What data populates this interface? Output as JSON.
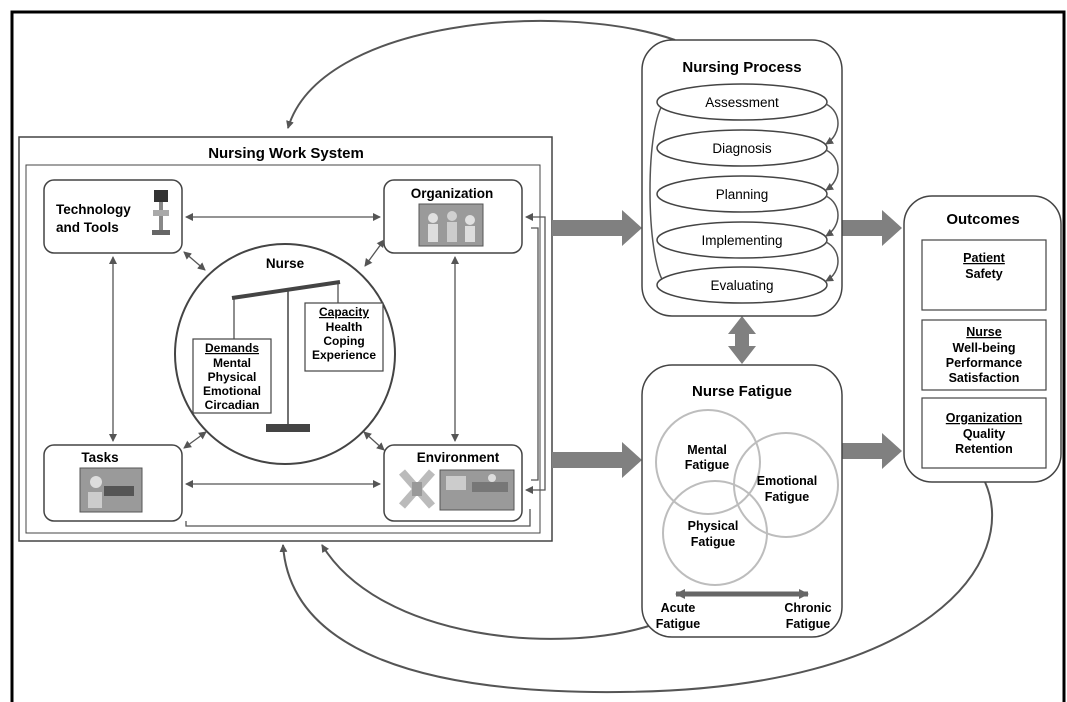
{
  "work_system": {
    "title": "Nursing Work System",
    "technology": {
      "line1": "Technology",
      "line2": "and Tools"
    },
    "organization": "Organization",
    "tasks": "Tasks",
    "environment": "Environment",
    "nurse": {
      "title": "Nurse",
      "demands": {
        "heading": "Demands",
        "items": [
          "Mental",
          "Physical",
          "Emotional",
          "Circadian"
        ]
      },
      "capacity": {
        "heading": "Capacity",
        "items": [
          "Health",
          "Coping",
          "Experience"
        ]
      }
    }
  },
  "nursing_process": {
    "title": "Nursing Process",
    "steps": [
      "Assessment",
      "Diagnosis",
      "Planning",
      "Implementing",
      "Evaluating"
    ]
  },
  "nurse_fatigue": {
    "title": "Nurse Fatigue",
    "circles": {
      "mental": [
        "Mental",
        "Fatigue"
      ],
      "emotional": [
        "Emotional",
        "Fatigue"
      ],
      "physical": [
        "Physical",
        "Fatigue"
      ]
    },
    "acute": [
      "Acute",
      "Fatigue"
    ],
    "chronic": [
      "Chronic",
      "Fatigue"
    ]
  },
  "outcomes": {
    "title": "Outcomes",
    "patient": {
      "heading": "Patient",
      "items": [
        "Safety"
      ]
    },
    "nurse": {
      "heading": "Nurse",
      "items": [
        "Well-being",
        "Performance",
        "Satisfaction"
      ]
    },
    "organization": {
      "heading": "Organization",
      "items": [
        "Quality",
        "Retention"
      ]
    }
  },
  "colors": {
    "frame": "#000000",
    "big_arrow": "#808080",
    "line": "#555555",
    "circle": "#bdbdbd"
  }
}
